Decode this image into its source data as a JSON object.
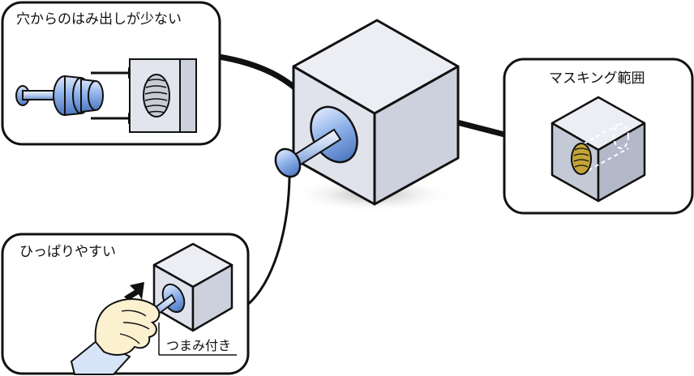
{
  "callouts": {
    "protrusion": {
      "title": "穴からのはみ出しが少ない"
    },
    "masking": {
      "title": "マスキング範囲"
    },
    "pull": {
      "title": "ひっぱりやすい",
      "knob_label": "つまみ付き"
    }
  },
  "colors": {
    "outline": "#111111",
    "cube_top": "#eceef4",
    "cube_left": "#e0e3ec",
    "cube_right": "#cdd1dd",
    "plug_blue": "#8fb2ea",
    "plug_blue_dark": "#4f78c0",
    "plug_light": "#dbe6fb",
    "hand_skin": "#fbf1cf",
    "sleeve_blue": "#d7e4f7"
  }
}
